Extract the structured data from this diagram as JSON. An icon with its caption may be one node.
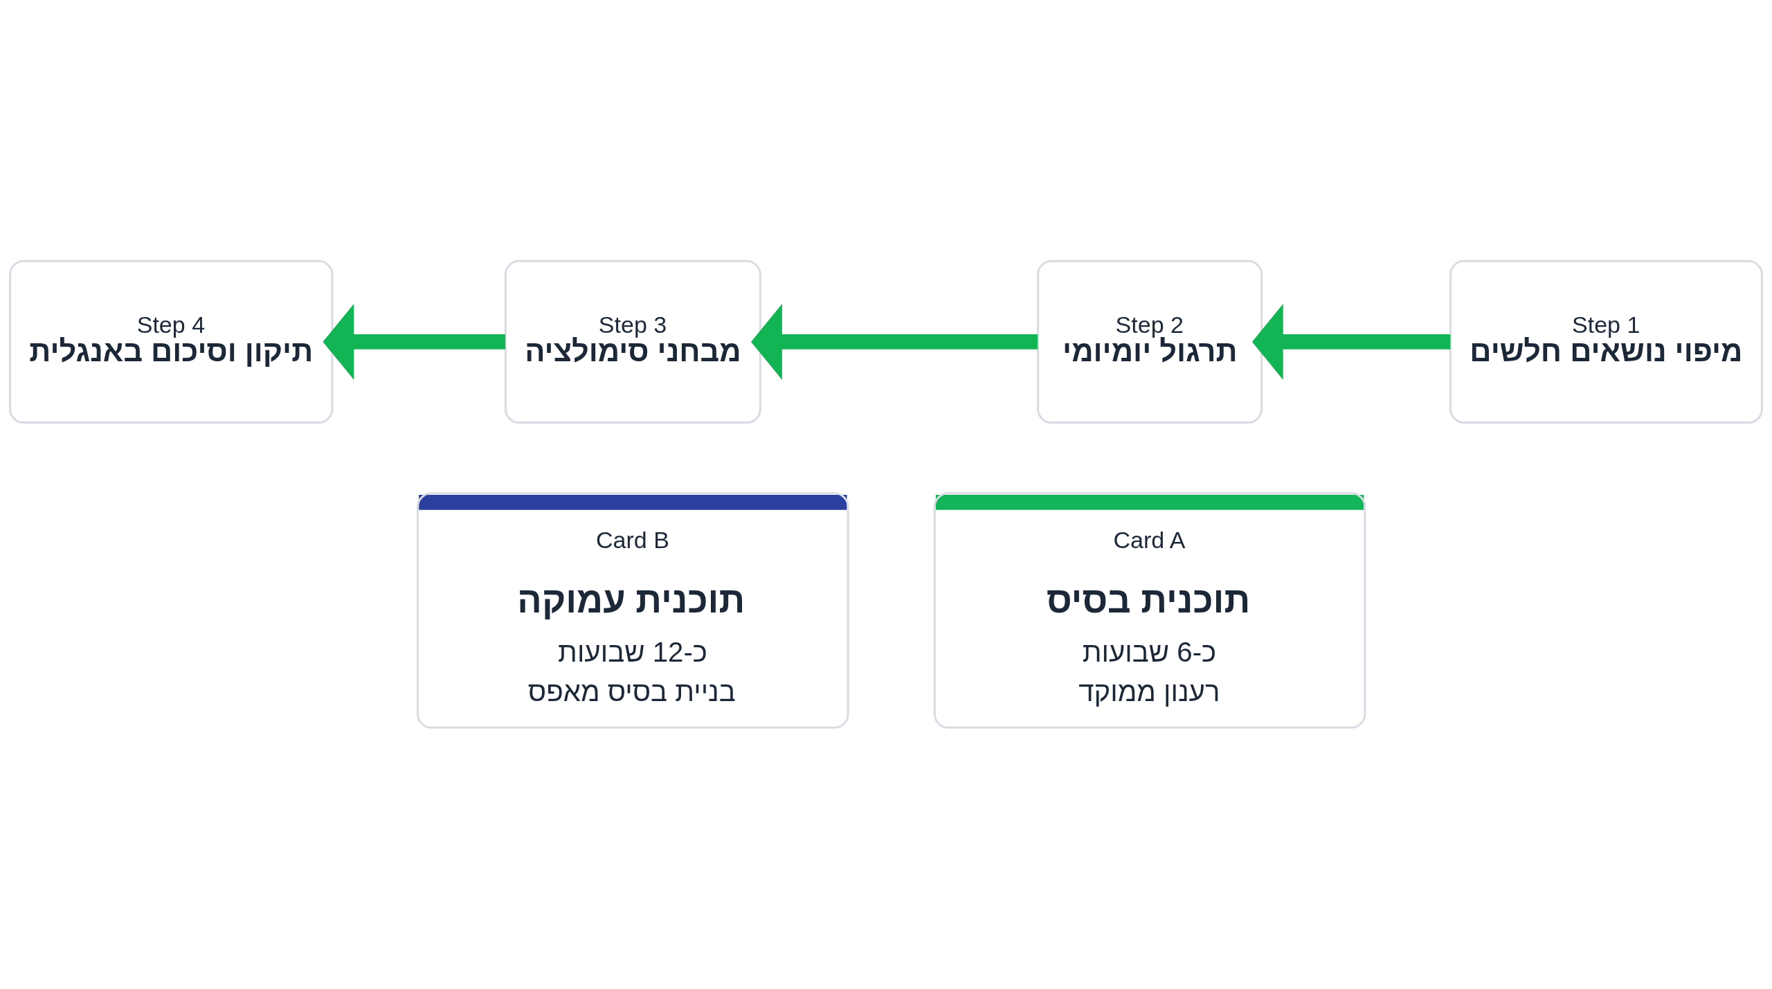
{
  "diagram": {
    "nodes": [
      {
        "text": [
          "Step 1",
          "מיפוי נושאים חלשים"
        ]
      },
      {
        "text": [
          "Step 2",
          "תרגול יומיומי"
        ]
      },
      {
        "text": [
          "Step 3",
          "מבחני סימולציה"
        ]
      },
      {
        "text": [
          "Step 4",
          "תיקון וסיכום באנגלית"
        ]
      },
      {
        "text": [
          "Card A",
          "תוכנית בסיס",
          "כ-6 שבועות",
          "רענון ממוקד"
        ]
      },
      {
        "text": [
          "Card B",
          "תוכנית עמוקה",
          "כ-12 שבועות",
          "בניית בסיס מאפס"
        ]
      }
    ],
    "edges": [
      {
        "from": 0,
        "to": 1,
        "arrow": "to"
      },
      {
        "from": 1,
        "to": 2,
        "arrow": "to"
      },
      {
        "from": 2,
        "to": 3,
        "arrow": "to"
      }
    ]
  }
}
